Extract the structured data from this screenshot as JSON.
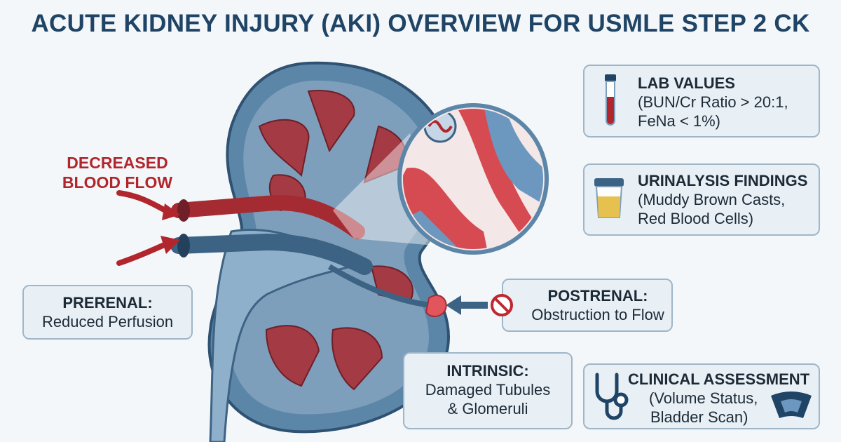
{
  "title": "ACUTE KIDNEY INJURY (AKI) OVERVIEW FOR USMLE STEP 2 CK",
  "flow_label": {
    "line1": "DECREASED",
    "line2": "BLOOD FLOW"
  },
  "prerenal": {
    "head": "PRERENAL:",
    "body": "Reduced Perfusion"
  },
  "postrenal": {
    "head": "POSTRENAL:",
    "body": "Obstruction to Flow"
  },
  "intrinsic": {
    "head": "INTRINSIC:",
    "line1": "Damaged Tubules",
    "line2": "& Glomeruli"
  },
  "lab_values": {
    "head": "LAB VALUES",
    "line1": "(BUN/Cr Ratio > 20:1,",
    "line2": "FeNa < 1%)"
  },
  "urinalysis": {
    "head": "URINALYSIS FINDINGS",
    "line1": "(Muddy Brown Casts,",
    "line2": "Red Blood Cells)"
  },
  "clinical": {
    "head": "CLINICAL ASSESSMENT",
    "line1": "(Volume Status,",
    "line2": "Bladder Scan)"
  },
  "colors": {
    "title": "#1f4466",
    "accent_red": "#b1262c",
    "kidney_blue": "#4b7596",
    "box_fill": "#e8f0f6"
  }
}
